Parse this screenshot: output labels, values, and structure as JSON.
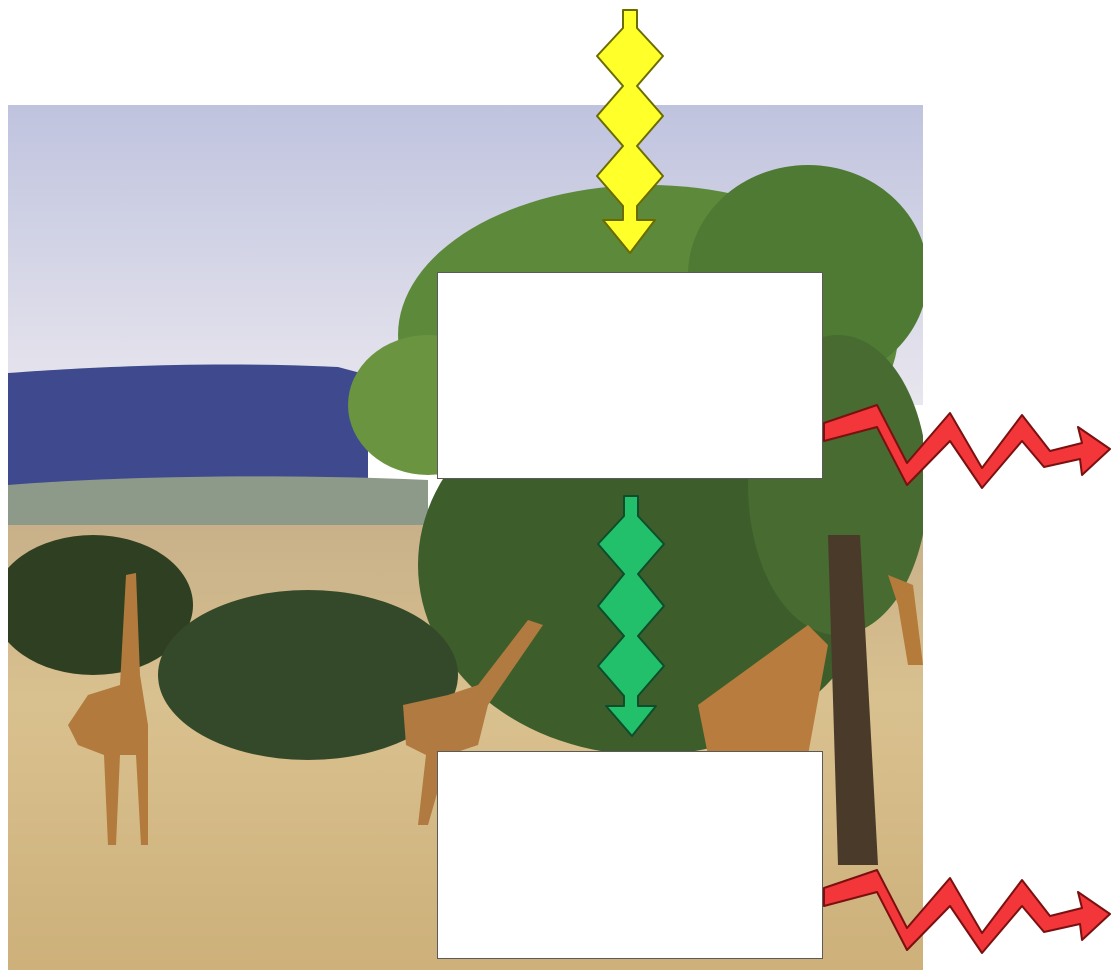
{
  "figure": {
    "background_photo": {
      "subject": "savanna-giraffes-acacia-photo",
      "colors": {
        "sky": "#cfd2e6",
        "hills": "#3f4a8e",
        "grass": "#d6bf8a",
        "foliage": "#4f7a33",
        "giraffe": "#b27a3c"
      }
    },
    "boxes": {
      "top": {
        "label": ""
      },
      "bottom": {
        "label": ""
      }
    },
    "arrows": {
      "incoming": {
        "icon": "lightning-arrow-down",
        "color": "#ffff2a"
      },
      "internal": {
        "icon": "lightning-arrow-down",
        "color": "#22c06a"
      },
      "outgoing_top": {
        "icon": "lightning-arrow-right",
        "color": "#f2363a"
      },
      "outgoing_bottom": {
        "icon": "lightning-arrow-right",
        "color": "#f2363a"
      }
    }
  }
}
